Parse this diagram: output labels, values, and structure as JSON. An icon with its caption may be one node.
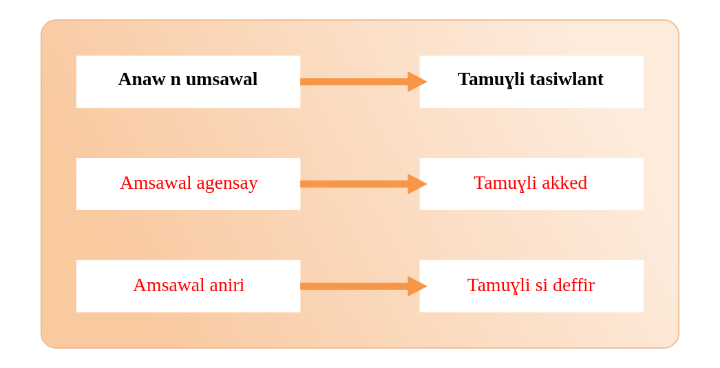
{
  "diagram": {
    "nodes": [
      {
        "text": [],
        "shape": "box"
      },
      {
        "text": [
          "Anaw n umsawal"
        ],
        "in": 0
      },
      {
        "text": [
          "Tamuɣli tasiwlant"
        ],
        "in": 0
      },
      {
        "text": [
          "Amsawal agensay"
        ],
        "in": 0
      },
      {
        "text": [
          "Tamuɣli akked"
        ],
        "in": 0
      },
      {
        "text": [
          "Amsawal aniri"
        ],
        "in": 0
      },
      {
        "text": [
          "Tamuɣli si deffir"
        ],
        "in": 0
      }
    ],
    "edges": [
      {
        "from": 1,
        "to": 2,
        "arrow": "to"
      },
      {
        "from": 3,
        "to": 4,
        "arrow": "to"
      },
      {
        "from": 5,
        "to": 6,
        "arrow": "to"
      }
    ]
  }
}
